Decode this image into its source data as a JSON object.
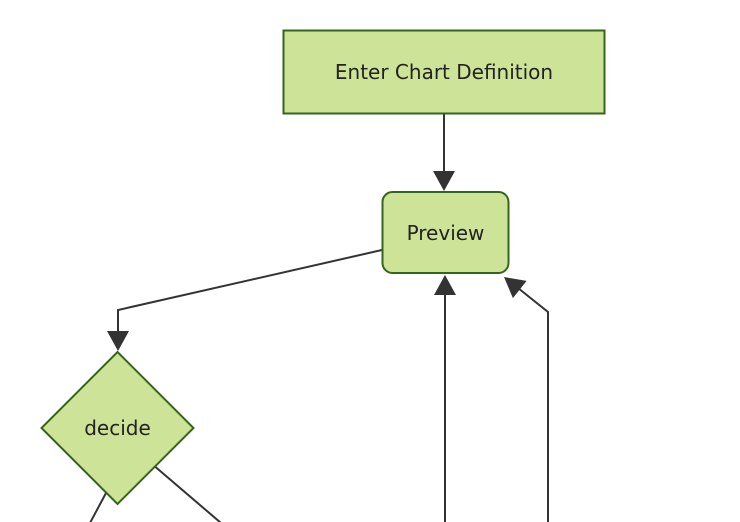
{
  "diagram": {
    "type": "flowchart",
    "background": "#ffffff",
    "colors": {
      "node_fill": "#cde498",
      "node_border": "#35641c",
      "edge": "#333333",
      "arrowhead": "#333333",
      "text": "#222222"
    },
    "nodes": [
      {
        "id": "A",
        "label": "Enter Chart Definition",
        "shape": "rectangle"
      },
      {
        "id": "B",
        "label": "Preview",
        "shape": "rounded-rectangle"
      },
      {
        "id": "C",
        "label": "decide",
        "shape": "diamond"
      }
    ],
    "edges": [
      {
        "from": "Enter Chart Definition",
        "to": "Preview",
        "arrowhead": true
      },
      {
        "from": "Preview",
        "to": "decide",
        "arrowhead": true
      },
      {
        "from": "offscreen-bottom",
        "to": "Preview",
        "arrowhead": true
      },
      {
        "from": "offscreen-bottom",
        "to": "Preview bottom-right",
        "arrowhead": true
      },
      {
        "from": "decide",
        "to": "offscreen-bottom-left",
        "arrowhead": false
      },
      {
        "from": "decide",
        "to": "offscreen-bottom-right",
        "arrowhead": false
      }
    ]
  }
}
